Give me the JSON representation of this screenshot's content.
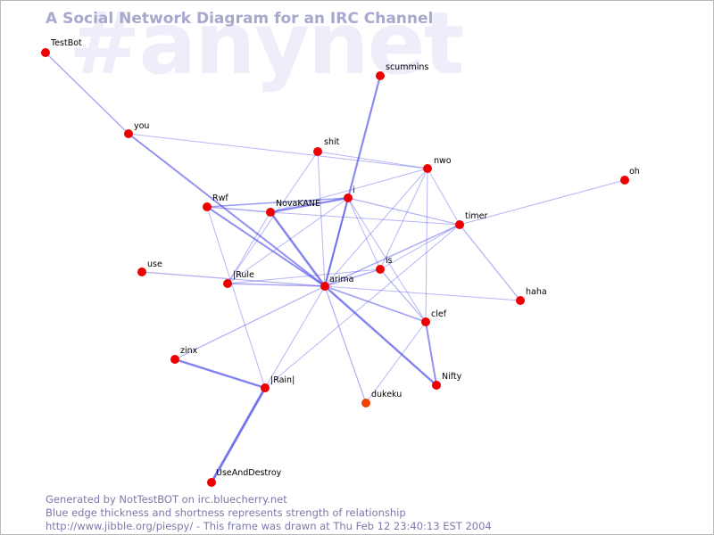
{
  "watermark": "#anynet",
  "title": "A Social Network Diagram for an IRC Channel",
  "footer": {
    "line1": "Generated by NotTestBOT on irc.bluecherry.net",
    "line2": "Blue edge thickness and shortness represents strength of relationship",
    "line3": "http://www.jibble.org/piespy/ - This frame was drawn at Thu Feb 12 23:40:13 EST 2004"
  },
  "colors": {
    "node": "#ee0000",
    "node_new": "#ee4400",
    "edge": "#4848e8",
    "title": "#a8a8ce",
    "footer": "#7a7aaa",
    "watermark": "#eeeefa"
  },
  "graph": {
    "nodes": [
      {
        "id": "TestBot",
        "label": "TestBot"
      },
      {
        "id": "scummins",
        "label": "scummins"
      },
      {
        "id": "you",
        "label": "you"
      },
      {
        "id": "shit",
        "label": "shit"
      },
      {
        "id": "nwo",
        "label": "nwo"
      },
      {
        "id": "oh",
        "label": "oh"
      },
      {
        "id": "i",
        "label": "i"
      },
      {
        "id": "Rwf",
        "label": "Rwf"
      },
      {
        "id": "NovaKANE",
        "label": "NovaKANE"
      },
      {
        "id": "timer",
        "label": "timer"
      },
      {
        "id": "use",
        "label": "use"
      },
      {
        "id": "is",
        "label": "is"
      },
      {
        "id": "IRule",
        "label": "|Rule"
      },
      {
        "id": "arima",
        "label": "arima"
      },
      {
        "id": "haha",
        "label": "haha"
      },
      {
        "id": "clef",
        "label": "clef"
      },
      {
        "id": "zinx",
        "label": "zinx"
      },
      {
        "id": "Nifty",
        "label": "Nifty"
      },
      {
        "id": "IRainI",
        "label": "|Rain|"
      },
      {
        "id": "dukeku",
        "label": "dukeku",
        "highlight": true
      },
      {
        "id": "UseAndDestroy",
        "label": "UseAndDestroy"
      }
    ],
    "edges": [
      {
        "source": "TestBot",
        "target": "you",
        "weight": 1.4
      },
      {
        "source": "you",
        "target": "arima",
        "weight": 2.0
      },
      {
        "source": "you",
        "target": "nwo",
        "weight": 1.0
      },
      {
        "source": "scummins",
        "target": "arima",
        "weight": 2.2
      },
      {
        "source": "shit",
        "target": "nwo",
        "weight": 1.0
      },
      {
        "source": "shit",
        "target": "IRule",
        "weight": 1.0
      },
      {
        "source": "shit",
        "target": "arima",
        "weight": 1.0
      },
      {
        "source": "nwo",
        "target": "NovaKANE",
        "weight": 1.0
      },
      {
        "source": "nwo",
        "target": "is",
        "weight": 1.0
      },
      {
        "source": "nwo",
        "target": "clef",
        "weight": 1.0
      },
      {
        "source": "nwo",
        "target": "timer",
        "weight": 1.0
      },
      {
        "source": "nwo",
        "target": "arima",
        "weight": 1.0
      },
      {
        "source": "oh",
        "target": "timer",
        "weight": 1.0
      },
      {
        "source": "i",
        "target": "NovaKANE",
        "weight": 2.2
      },
      {
        "source": "i",
        "target": "Rwf",
        "weight": 1.6
      },
      {
        "source": "i",
        "target": "timer",
        "weight": 1.2
      },
      {
        "source": "i",
        "target": "is",
        "weight": 1.0
      },
      {
        "source": "i",
        "target": "clef",
        "weight": 1.0
      },
      {
        "source": "i",
        "target": "IRule",
        "weight": 1.0
      },
      {
        "source": "i",
        "target": "arima",
        "weight": 1.2
      },
      {
        "source": "Rwf",
        "target": "NovaKANE",
        "weight": 1.4
      },
      {
        "source": "Rwf",
        "target": "arima",
        "weight": 2.0
      },
      {
        "source": "Rwf",
        "target": "IRainI",
        "weight": 1.0
      },
      {
        "source": "NovaKANE",
        "target": "arima",
        "weight": 2.4
      },
      {
        "source": "NovaKANE",
        "target": "timer",
        "weight": 1.0
      },
      {
        "source": "NovaKANE",
        "target": "IRule",
        "weight": 1.0
      },
      {
        "source": "timer",
        "target": "arima",
        "weight": 1.4
      },
      {
        "source": "timer",
        "target": "haha",
        "weight": 1.2
      },
      {
        "source": "timer",
        "target": "IRainI",
        "weight": 1.0
      },
      {
        "source": "timer",
        "target": "is",
        "weight": 1.0
      },
      {
        "source": "use",
        "target": "arima",
        "weight": 1.2
      },
      {
        "source": "is",
        "target": "arima",
        "weight": 1.4
      },
      {
        "source": "is",
        "target": "IRule",
        "weight": 1.0
      },
      {
        "source": "is",
        "target": "clef",
        "weight": 1.2
      },
      {
        "source": "IRule",
        "target": "arima",
        "weight": 1.4
      },
      {
        "source": "arima",
        "target": "clef",
        "weight": 1.6
      },
      {
        "source": "arima",
        "target": "Nifty",
        "weight": 2.4
      },
      {
        "source": "arima",
        "target": "haha",
        "weight": 1.0
      },
      {
        "source": "arima",
        "target": "zinx",
        "weight": 1.2
      },
      {
        "source": "arima",
        "target": "IRainI",
        "weight": 1.0
      },
      {
        "source": "arima",
        "target": "dukeku",
        "weight": 1.2
      },
      {
        "source": "clef",
        "target": "Nifty",
        "weight": 2.0
      },
      {
        "source": "clef",
        "target": "dukeku",
        "weight": 1.0
      },
      {
        "source": "zinx",
        "target": "IRainI",
        "weight": 2.4
      },
      {
        "source": "IRainI",
        "target": "UseAndDestroy",
        "weight": 2.8
      }
    ]
  }
}
